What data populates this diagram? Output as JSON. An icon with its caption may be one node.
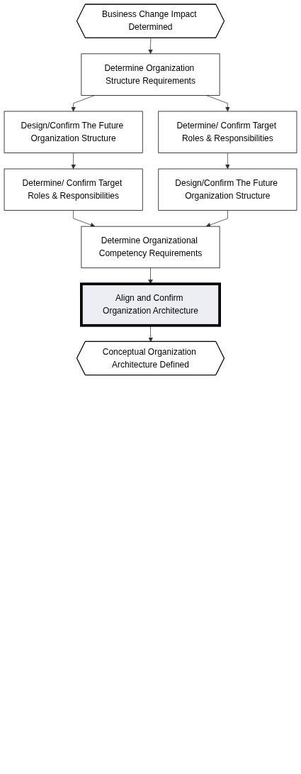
{
  "diagram": {
    "nodes": [
      {
        "text": [
          "Business Change Impact Determined"
        ]
      },
      {
        "text": [
          "Determine Organization Structure Requirements"
        ]
      },
      {
        "text": [
          "Design/Confirm The Future Organization Structure"
        ]
      },
      {
        "text": [
          "Determine/ Confirm Target Roles & Responsibilities"
        ]
      },
      {
        "text": [
          "Determine/ Confirm Target Roles & Responsibilities"
        ]
      },
      {
        "text": [
          "Design/Confirm The Future Organization Structure"
        ]
      },
      {
        "text": [
          "Determine Organizational Competency Requirements"
        ]
      },
      {
        "text": [
          "Align and Confirm Organization Architecture"
        ]
      },
      {
        "text": [
          "Conceptual Organization Architecture Defined"
        ]
      }
    ],
    "edges": [
      {
        "from": 0,
        "to": 1,
        "arrow": "to"
      },
      {
        "from": 1,
        "to": 2,
        "arrow": "to"
      },
      {
        "from": 1,
        "to": 3,
        "arrow": "to"
      },
      {
        "from": 2,
        "to": 4,
        "arrow": "to"
      },
      {
        "from": 3,
        "to": 5,
        "arrow": "to"
      },
      {
        "from": 4,
        "to": 6,
        "arrow": "to"
      },
      {
        "from": 5,
        "to": 6,
        "arrow": "to"
      },
      {
        "from": 6,
        "to": 7,
        "arrow": "to"
      },
      {
        "from": 7,
        "to": 8,
        "arrow": "to"
      }
    ]
  }
}
